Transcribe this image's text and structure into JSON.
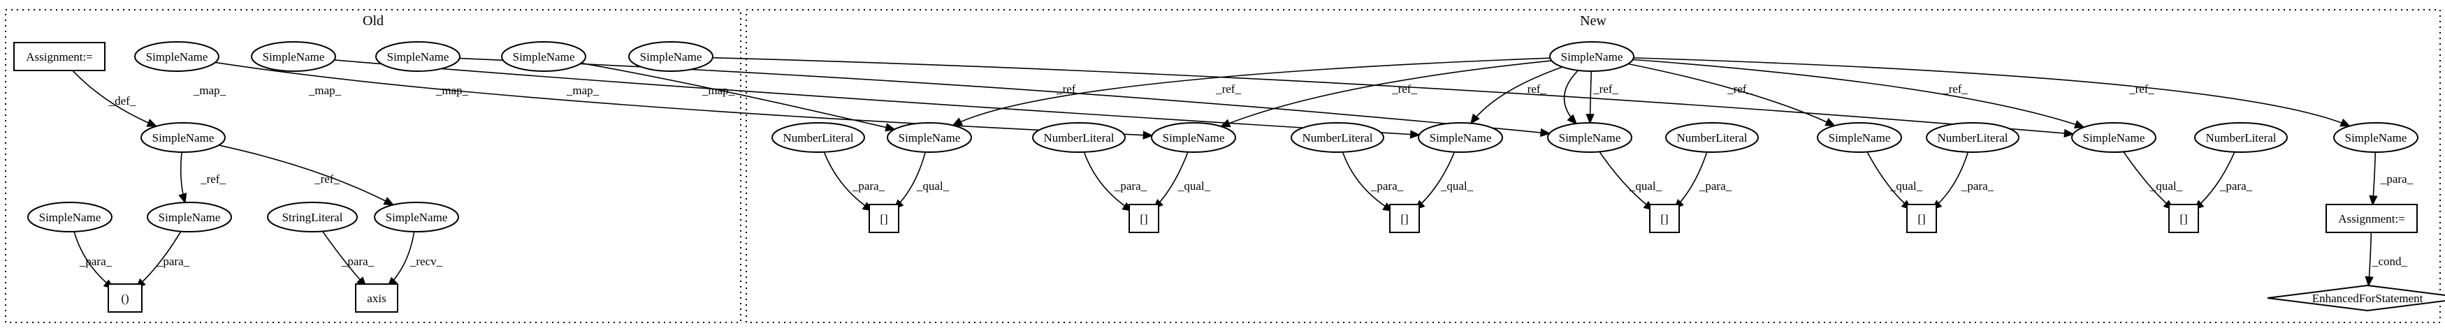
{
  "clusters": [
    {
      "id": "old",
      "label": "Old"
    },
    {
      "id": "new",
      "label": "New"
    }
  ],
  "nodes": [
    {
      "id": "o_assign",
      "label": "Assignment:=",
      "shape": "box"
    },
    {
      "id": "o_sn1",
      "label": "SimpleName",
      "shape": "ellipse"
    },
    {
      "id": "o_sn2",
      "label": "SimpleName",
      "shape": "ellipse"
    },
    {
      "id": "o_sn3",
      "label": "SimpleName",
      "shape": "ellipse"
    },
    {
      "id": "o_sn4",
      "label": "SimpleName",
      "shape": "ellipse"
    },
    {
      "id": "o_sn5",
      "label": "SimpleName",
      "shape": "ellipse"
    },
    {
      "id": "o_sn_def",
      "label": "SimpleName",
      "shape": "ellipse"
    },
    {
      "id": "o_sn_left",
      "label": "SimpleName",
      "shape": "ellipse"
    },
    {
      "id": "o_sn_mid",
      "label": "SimpleName",
      "shape": "ellipse"
    },
    {
      "id": "o_strlit",
      "label": "StringLiteral",
      "shape": "ellipse"
    },
    {
      "id": "o_sn_right",
      "label": "SimpleName",
      "shape": "ellipse"
    },
    {
      "id": "o_call",
      "label": "()",
      "shape": "box"
    },
    {
      "id": "o_axis",
      "label": "axis",
      "shape": "box"
    },
    {
      "id": "n_top",
      "label": "SimpleName",
      "shape": "ellipse"
    },
    {
      "id": "n_nl1",
      "label": "NumberLiteral",
      "shape": "ellipse"
    },
    {
      "id": "n_sn1",
      "label": "SimpleName",
      "shape": "ellipse"
    },
    {
      "id": "n_nl2",
      "label": "NumberLiteral",
      "shape": "ellipse"
    },
    {
      "id": "n_sn2",
      "label": "SimpleName",
      "shape": "ellipse"
    },
    {
      "id": "n_nl3",
      "label": "NumberLiteral",
      "shape": "ellipse"
    },
    {
      "id": "n_sn3",
      "label": "SimpleName",
      "shape": "ellipse"
    },
    {
      "id": "n_sn4",
      "label": "SimpleName",
      "shape": "ellipse"
    },
    {
      "id": "n_nl4",
      "label": "NumberLiteral",
      "shape": "ellipse"
    },
    {
      "id": "n_sn5",
      "label": "SimpleName",
      "shape": "ellipse"
    },
    {
      "id": "n_nl5",
      "label": "NumberLiteral",
      "shape": "ellipse"
    },
    {
      "id": "n_sn6",
      "label": "SimpleName",
      "shape": "ellipse"
    },
    {
      "id": "n_nl6",
      "label": "NumberLiteral",
      "shape": "ellipse"
    },
    {
      "id": "n_sn7",
      "label": "SimpleName",
      "shape": "ellipse"
    },
    {
      "id": "n_br1",
      "label": "[]",
      "shape": "box"
    },
    {
      "id": "n_br2",
      "label": "[]",
      "shape": "box"
    },
    {
      "id": "n_br3",
      "label": "[]",
      "shape": "box"
    },
    {
      "id": "n_br4",
      "label": "[]",
      "shape": "box"
    },
    {
      "id": "n_br5",
      "label": "[]",
      "shape": "box"
    },
    {
      "id": "n_br6",
      "label": "[]",
      "shape": "box"
    },
    {
      "id": "n_assign",
      "label": "Assignment:=",
      "shape": "box"
    },
    {
      "id": "n_efor",
      "label": "EnhancedForStatement",
      "shape": "diamond"
    }
  ],
  "edges": [
    {
      "from": "o_assign",
      "to": "o_sn_def",
      "label": "_def_"
    },
    {
      "from": "o_sn_def",
      "to": "o_sn_mid",
      "label": "_ref_"
    },
    {
      "from": "o_sn_def",
      "to": "o_sn_right",
      "label": "_ref_"
    },
    {
      "from": "o_sn_left",
      "to": "o_call",
      "label": "_para_"
    },
    {
      "from": "o_sn_mid",
      "to": "o_call",
      "label": "_para_"
    },
    {
      "from": "o_strlit",
      "to": "o_axis",
      "label": "_para_"
    },
    {
      "from": "o_sn_right",
      "to": "o_axis",
      "label": "_recv_"
    },
    {
      "from": "o_sn1",
      "to": "n_sn2",
      "label": "_map_"
    },
    {
      "from": "o_sn2",
      "to": "n_sn3",
      "label": "_map_"
    },
    {
      "from": "o_sn3",
      "to": "n_sn4",
      "label": "_map_"
    },
    {
      "from": "o_sn4",
      "to": "n_sn1",
      "label": "_map_"
    },
    {
      "from": "o_sn5",
      "to": "n_sn6",
      "label": "_map_"
    },
    {
      "from": "n_top",
      "to": "n_sn1",
      "label": "_ref_"
    },
    {
      "from": "n_top",
      "to": "n_sn2",
      "label": "_ref_"
    },
    {
      "from": "n_top",
      "to": "n_sn3",
      "label": "_ref_"
    },
    {
      "from": "n_top",
      "to": "n_sn4",
      "label": "_ref_"
    },
    {
      "from": "n_top",
      "to": "n_sn4",
      "label": "_ref_"
    },
    {
      "from": "n_top",
      "to": "n_sn5",
      "label": "_ref_"
    },
    {
      "from": "n_top",
      "to": "n_sn6",
      "label": "_ref_"
    },
    {
      "from": "n_top",
      "to": "n_sn7",
      "label": "_ref_"
    },
    {
      "from": "n_nl1",
      "to": "n_br1",
      "label": "_para_"
    },
    {
      "from": "n_sn1",
      "to": "n_br1",
      "label": "_qual_"
    },
    {
      "from": "n_nl2",
      "to": "n_br2",
      "label": "_para_"
    },
    {
      "from": "n_sn2",
      "to": "n_br2",
      "label": "_qual_"
    },
    {
      "from": "n_nl3",
      "to": "n_br3",
      "label": "_para_"
    },
    {
      "from": "n_sn3",
      "to": "n_br3",
      "label": "_qual_"
    },
    {
      "from": "n_sn4",
      "to": "n_br4",
      "label": "_qual_"
    },
    {
      "from": "n_nl4",
      "to": "n_br4",
      "label": "_para_"
    },
    {
      "from": "n_sn5",
      "to": "n_br5",
      "label": "_qual_"
    },
    {
      "from": "n_nl5",
      "to": "n_br5",
      "label": "_para_"
    },
    {
      "from": "n_sn6",
      "to": "n_br6",
      "label": "_qual_"
    },
    {
      "from": "n_nl6",
      "to": "n_br6",
      "label": "_para_"
    },
    {
      "from": "n_sn7",
      "to": "n_assign",
      "label": "_para_"
    },
    {
      "from": "n_assign",
      "to": "n_efor",
      "label": "_cond_"
    }
  ]
}
